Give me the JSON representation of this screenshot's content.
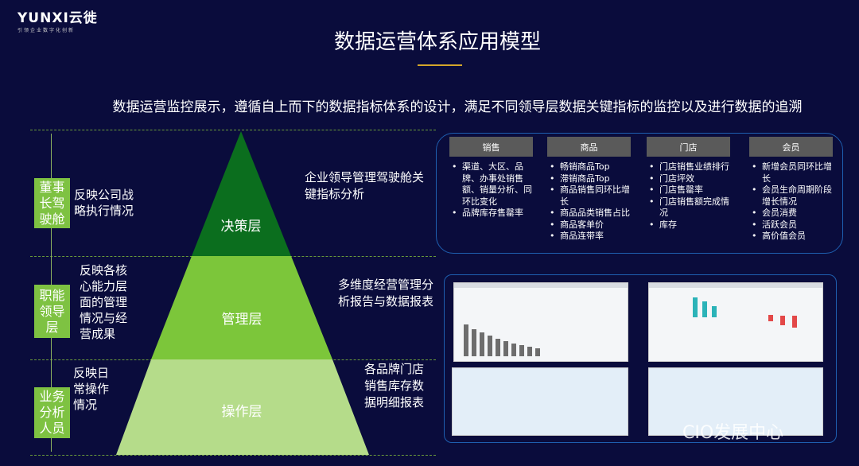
{
  "logo": {
    "main": "YUNXI云徙",
    "sub": "引领企业数字化创新"
  },
  "title": "数据运营体系应用模型",
  "subtitle": "数据运营监控展示，遵循自上而下的数据指标体系的设计，满足不同领导层数据关键指标的监控以及进行数据的追溯",
  "roles": [
    {
      "label": "董事长驾驶舱",
      "desc": "反映公司战略执行情况",
      "layer": "决策层",
      "right": "企业领导管理驾驶舱关键指标分析"
    },
    {
      "label": "职能领导层",
      "desc": "反映各核心能力层面的管理情况与经营成果",
      "layer": "管理层",
      "right": "多维度经营管理分析报告与数据报表"
    },
    {
      "label": "业务分析人员",
      "desc": "反映日常操作情况",
      "layer": "操作层",
      "right": "各品牌门店销售库存数据明细报表"
    }
  ],
  "columns": [
    {
      "header": "销售",
      "items": [
        "渠道、大区、品牌、办事处销售额、销量分析、同环比变化",
        "品牌库存售罄率"
      ]
    },
    {
      "header": "商品",
      "items": [
        "畅销商品Top",
        "滞销商品Top",
        "商品销售同环比增长",
        "商品品类销售占比",
        "商品客单价",
        "商品连带率"
      ]
    },
    {
      "header": "门店",
      "items": [
        "门店销售业绩排行",
        "门店坪效",
        "门店售罄率",
        "门店销售额完成情况",
        "库存"
      ]
    },
    {
      "header": "会员",
      "items": [
        "新增会员同环比增长",
        "会员生命周期阶段增长情况",
        "会员消费",
        "活跃会员",
        "高价值会员"
      ]
    }
  ],
  "watermark": "CIO发展中心",
  "colors": {
    "bg": "#0a0c3c",
    "top": "#0b6e1e",
    "mid": "#7cc63a",
    "bottom": "#b5dc8a",
    "role": "#7ec242"
  }
}
